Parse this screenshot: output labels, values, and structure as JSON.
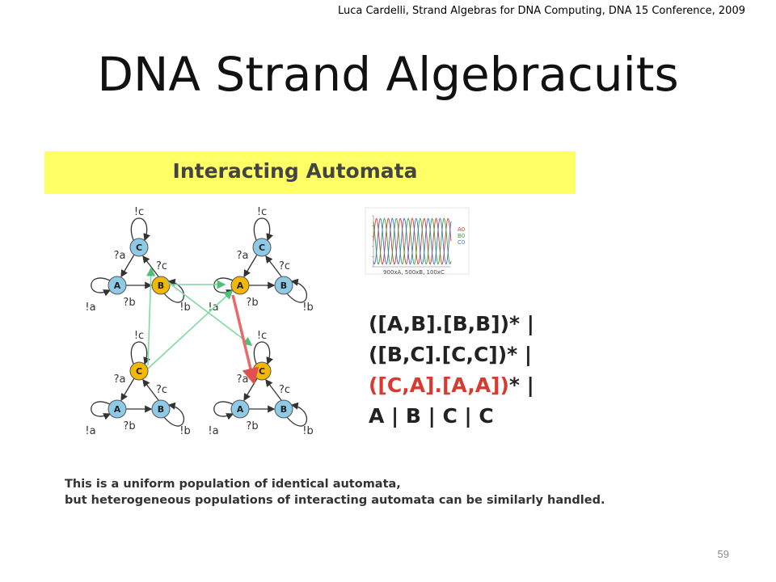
{
  "citation": "Luca Cardelli, Strand Algebras for DNA Computing, DNA 15 Conference, 2009",
  "title": "DNA Strand Algebracuits",
  "banner_title": "Interacting Automata",
  "automata": {
    "node_A": "A",
    "node_B": "B",
    "node_C": "C",
    "label_send_c": "!c",
    "label_recv_a": "?a",
    "label_recv_c": "?c",
    "label_send_a": "!a",
    "label_recv_b": "?b",
    "label_send_b": "!b"
  },
  "plot": {
    "legend": [
      "A0",
      "B0",
      "C0"
    ],
    "caption": "900xA, 500xB, 100xC",
    "series_colors": [
      "#d83a2f",
      "#3aa13a",
      "#3d6fd6"
    ]
  },
  "formula": {
    "line1": "([A,B].[B,B])* |",
    "line2": "([B,C].[C,C])* |",
    "line3_red": "([C,A].[A,A])",
    "line3_tail": "* |",
    "line4": "A | B | C | C"
  },
  "caption": {
    "line1": "This is a uniform population of identical automata,",
    "line2": "but heterogeneous populations of interacting automata can be similarly handled."
  },
  "page_number": "59",
  "colors": {
    "banner": "#ffff66",
    "node_blue": "#8ec9e6",
    "node_yellow": "#f5b800",
    "green_arrow": "#7fd9a0",
    "red_arrow": "#e86a6a"
  }
}
